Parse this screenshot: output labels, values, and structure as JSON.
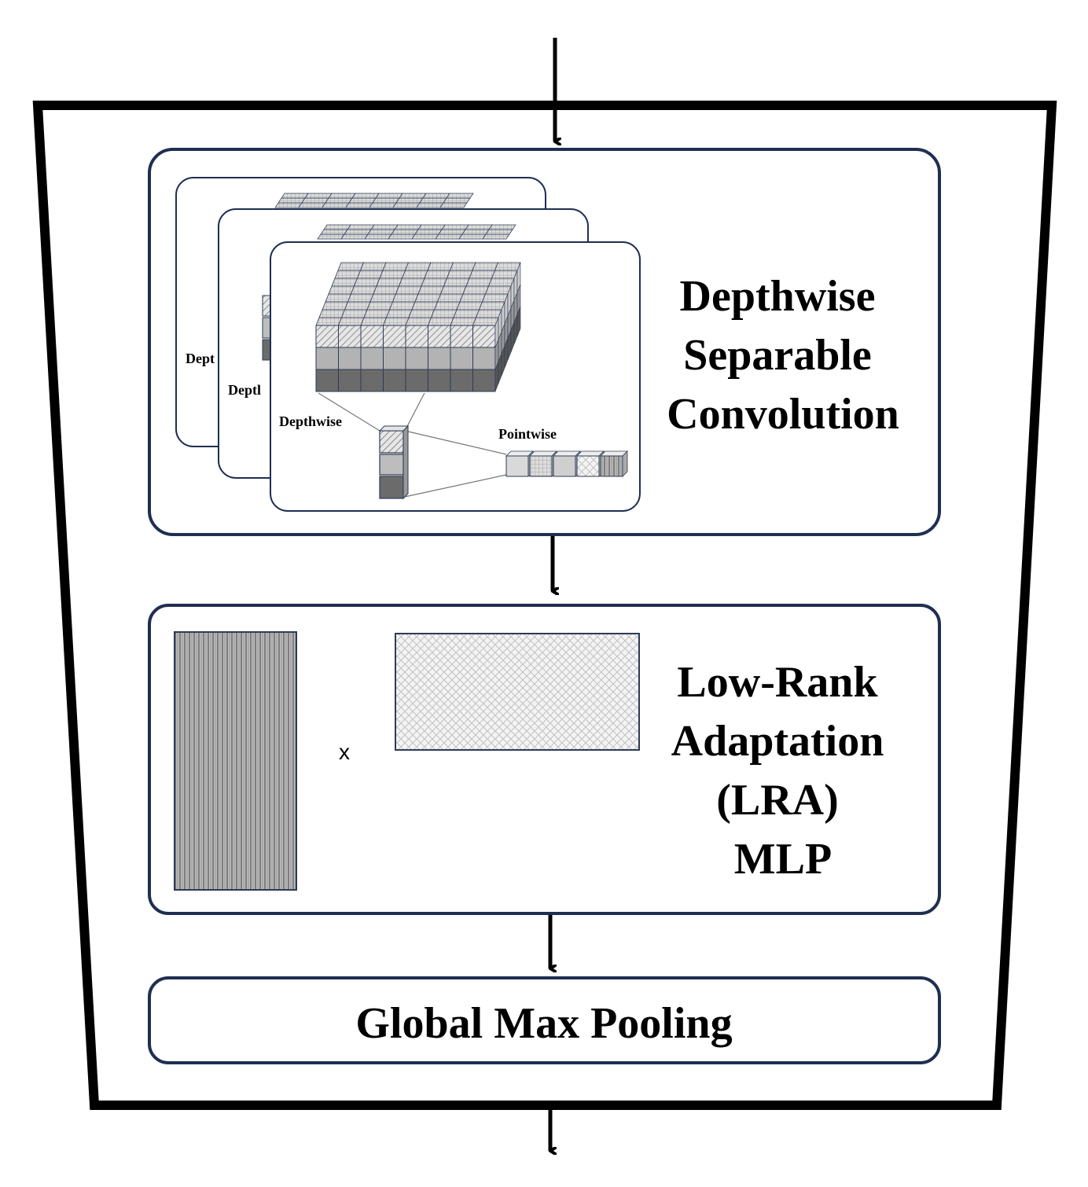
{
  "colors": {
    "outline": "#000000",
    "box_border": "#1f2f52",
    "cube_top": "#d9d9d9",
    "cube_mid": "#b3b3b3",
    "cube_dark": "#6b6b6b",
    "cube_edge": "#2d3b55"
  },
  "dsc_block": {
    "title_lines": [
      "Depthwise",
      "Separable",
      "Convolution"
    ],
    "card_back_label": "Dept",
    "card_mid_label": "Deptl",
    "depthwise_label": "Depthwise",
    "pointwise_label": "Pointwise"
  },
  "lra_block": {
    "title_lines": [
      "Low-Rank",
      "Adaptation",
      "(LRA)",
      "MLP"
    ],
    "multiply_symbol": "x"
  },
  "pool_block": {
    "title": "Global Max Pooling"
  }
}
